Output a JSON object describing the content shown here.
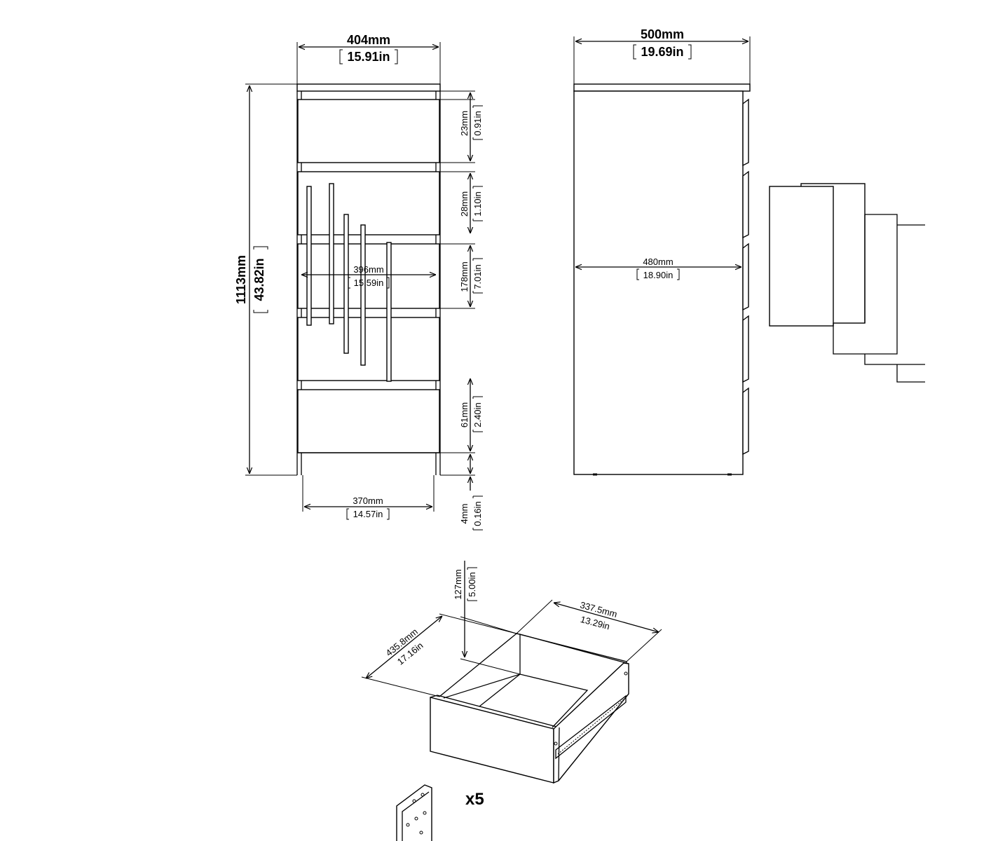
{
  "front_view": {
    "width_mm": "404mm",
    "width_in": "15.91in",
    "height_mm": "1113mm",
    "height_in": "43.82in",
    "gap_1_mm": "23mm",
    "gap_1_in": "0.91in",
    "gap_2_mm": "28mm",
    "gap_2_in": "1.10in",
    "drawer_front_mm": "178mm",
    "drawer_front_in": "7.01in",
    "inner_width_mm": "396mm",
    "inner_width_in": "15.59in",
    "plinth_mm": "61mm",
    "plinth_in": "2.40in",
    "base_width_mm": "370mm",
    "base_width_in": "14.57in",
    "feet_mm": "4mm",
    "feet_in": "0.16in"
  },
  "side_view": {
    "depth_mm": "500mm",
    "depth_in": "19.69in",
    "inner_depth_mm": "480mm",
    "inner_depth_in": "18.90in"
  },
  "drawer": {
    "height_mm": "127mm",
    "height_in": "5.00in",
    "depth_mm": "435.8mm",
    "depth_in": "17.16in",
    "width_mm": "337.5mm",
    "width_in": "13.29in",
    "quantity": "x5"
  }
}
